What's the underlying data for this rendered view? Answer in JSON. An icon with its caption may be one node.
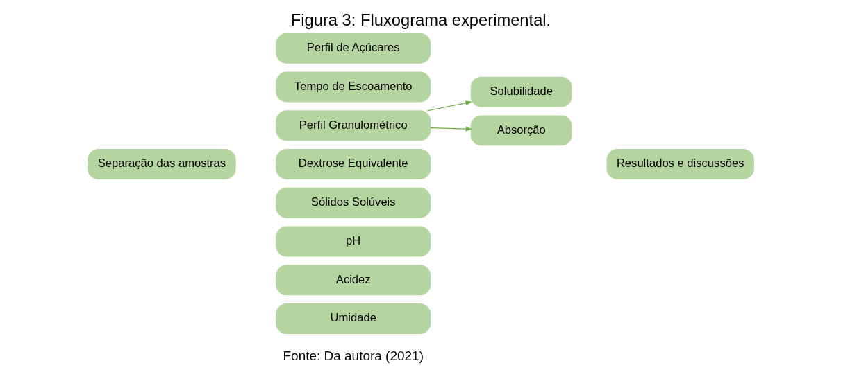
{
  "diagram": {
    "title": "Figura 3: Fluxograma experimental.",
    "caption": "Fonte: Da autora (2021)",
    "nodes": [
      {
        "text": [
          "Separação das amostras"
        ]
      },
      {
        "text": [
          "Perfil de Açúcares"
        ]
      },
      {
        "text": [
          "Tempo de Escoamento"
        ]
      },
      {
        "text": [
          "Perfil Granulométrico"
        ]
      },
      {
        "text": [
          "Dextrose Equivalente"
        ]
      },
      {
        "text": [
          "Sólidos Solúveis"
        ]
      },
      {
        "text": [
          "pH"
        ]
      },
      {
        "text": [
          "Acidez"
        ]
      },
      {
        "text": [
          "Umidade"
        ]
      },
      {
        "text": [
          "Absorção"
        ]
      },
      {
        "text": [
          "Solubilidade"
        ]
      },
      {
        "text": [
          "Resultados e discussões"
        ]
      }
    ],
    "edges": [
      {
        "from": 3,
        "to": 9,
        "arrow": "to"
      },
      {
        "from": 3,
        "to": 10,
        "arrow": "to"
      }
    ]
  }
}
